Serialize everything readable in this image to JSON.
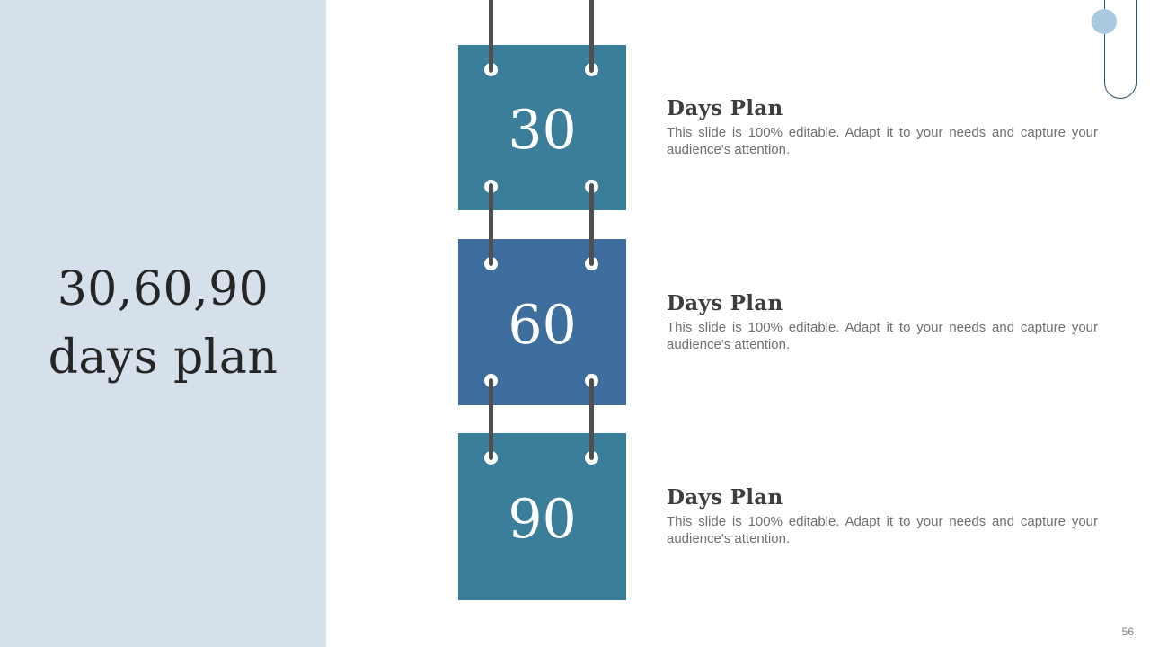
{
  "slide": {
    "page_number": "56",
    "background_color": "#ffffff"
  },
  "title_panel": {
    "background_color": "#d6e0eb",
    "text_color": "#252525",
    "title_line1": "30,60,90",
    "title_line2": "days plan"
  },
  "plan_items": [
    {
      "number": "30",
      "heading": "Days Plan",
      "description": "This slide is 100% editable. Adapt it to your needs and capture your audience's attention.",
      "card_color": "#3b7e99"
    },
    {
      "number": "60",
      "heading": "Days Plan",
      "description": "This slide is 100% editable. Adapt it to your needs and capture your audience's attention.",
      "card_color": "#3e6e9e"
    },
    {
      "number": "90",
      "heading": "Days Plan",
      "description": "This slide is 100% editable. Adapt it to your needs and capture your audience's attention.",
      "card_color": "#3b7e99"
    }
  ],
  "decoration": {
    "string_color": "#4f4f4f",
    "circle_color": "#a9c9de",
    "pill_border_color": "#315370"
  }
}
